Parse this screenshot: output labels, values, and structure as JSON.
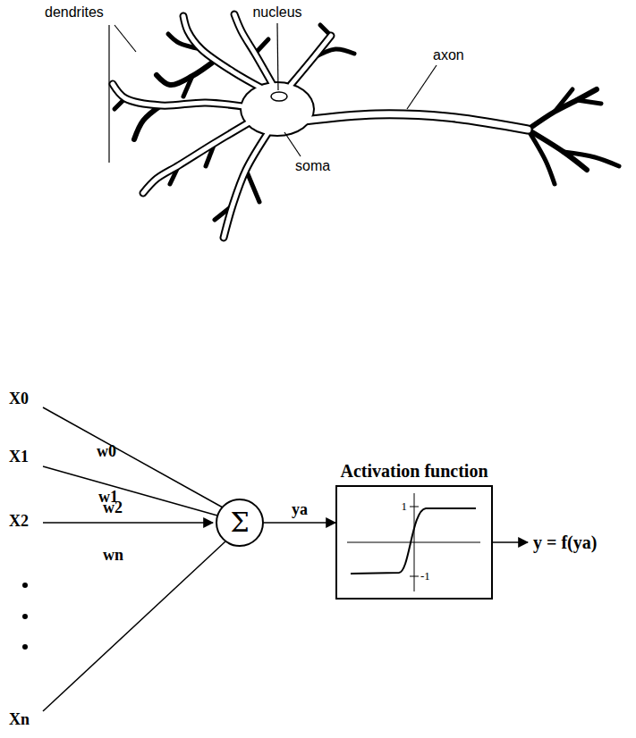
{
  "diagram": {
    "nodes": [
      {
        "text": [
          "Σ"
        ]
      },
      {
        "text": [
          "Activation function"
        ]
      }
    ],
    "edges": [
      {
        "from": 0,
        "to": 1,
        "label": "ya",
        "arrow": "to"
      }
    ],
    "labels": [
      "dendrites",
      "nucleus",
      "axon",
      "soma",
      "X0",
      "X1",
      "w0",
      "w1",
      "X2",
      "w2",
      "wn",
      "Xn",
      "1",
      "-1",
      "y = f(ya)"
    ]
  }
}
